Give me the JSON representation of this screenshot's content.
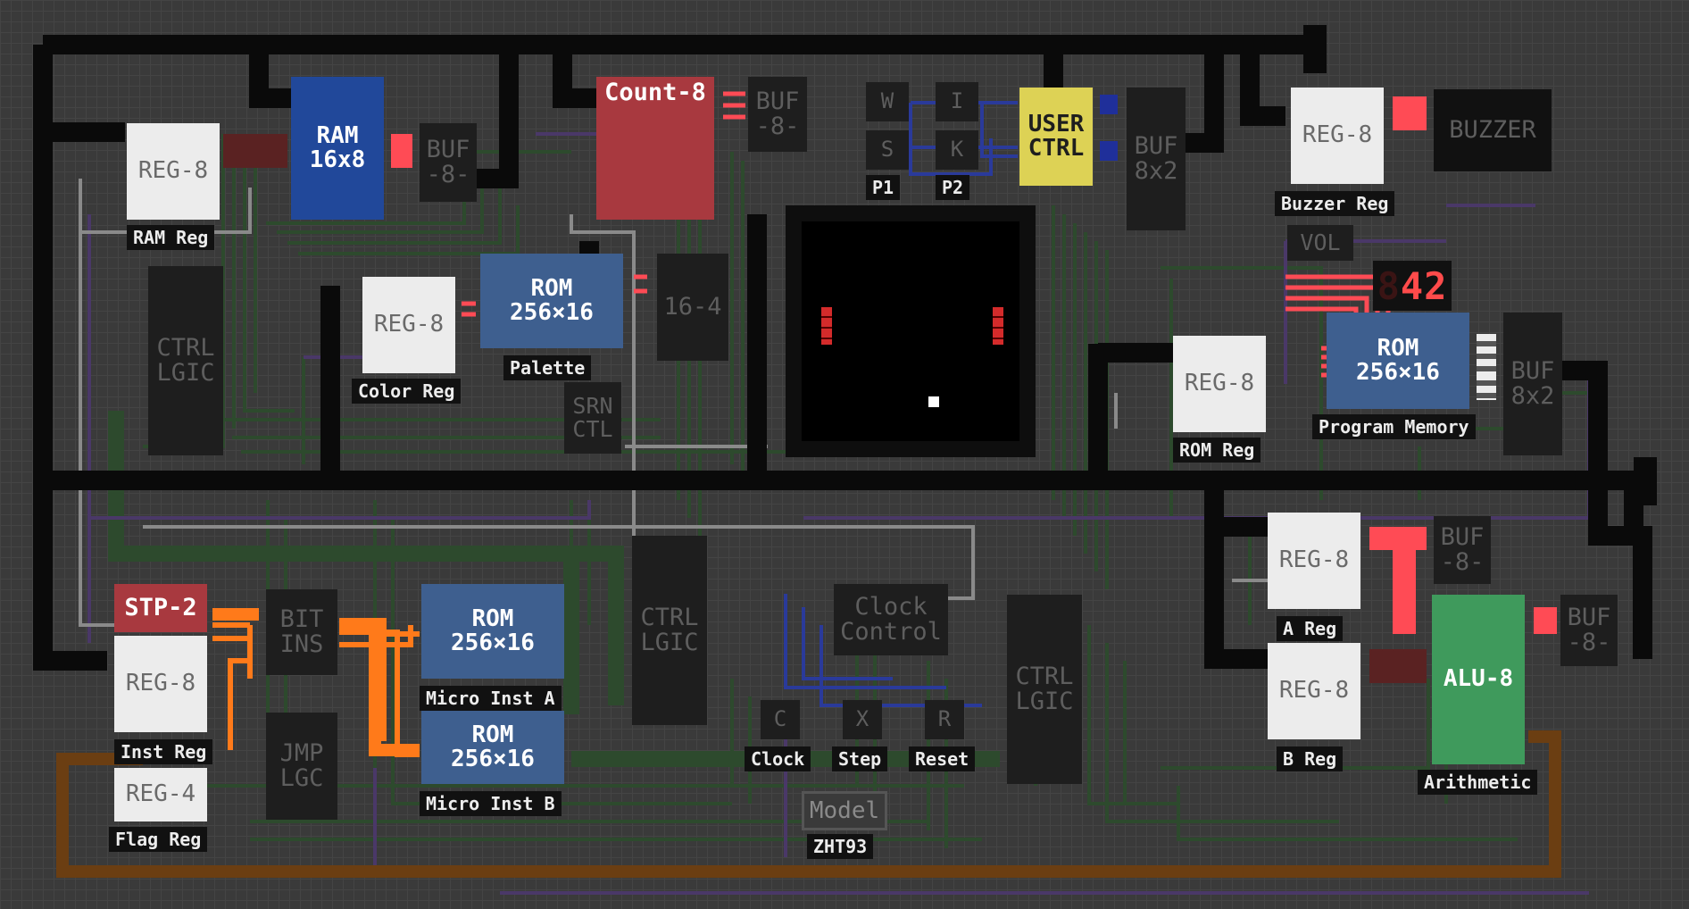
{
  "components": {
    "ram": {
      "text": "RAM\n16x8"
    },
    "reg_ram": {
      "text": "REG-8",
      "label": "RAM Reg"
    },
    "buf_ram": {
      "text": "BUF\n-8-"
    },
    "count8": {
      "text": "Count-8"
    },
    "buf_count": {
      "text": "BUF\n-8-"
    },
    "in_w": {
      "text": "W"
    },
    "in_s": {
      "text": "S",
      "label": "P1"
    },
    "in_i": {
      "text": "I"
    },
    "in_k": {
      "text": "K",
      "label": "P2"
    },
    "user_ctrl": {
      "text": "USER\nCTRL"
    },
    "buf_input": {
      "text": "BUF\n8x2"
    },
    "reg_buzzer": {
      "text": "REG-8",
      "label": "Buzzer Reg"
    },
    "buzzer": {
      "text": "BUZZER"
    },
    "vol": {
      "text": "VOL"
    },
    "display_value": {
      "dim": "8",
      "lit": "42"
    },
    "ctrl_logic_1": {
      "text": "CTRL\nLGIC"
    },
    "reg_color": {
      "text": "REG-8",
      "label": "Color Reg"
    },
    "rom_palette": {
      "text": "ROM\n256×16",
      "label": "Palette"
    },
    "mux_16_4": {
      "text": "16-4"
    },
    "srn_ctl": {
      "text": "SRN\nCTL"
    },
    "reg_rom": {
      "text": "REG-8",
      "label": "ROM Reg"
    },
    "rom_program": {
      "text": "ROM\n256×16",
      "label": "Program Memory"
    },
    "buf_program": {
      "text": "BUF\n8x2"
    },
    "stp2": {
      "text": "STP-2"
    },
    "reg_inst": {
      "text": "REG-8",
      "label": "Inst Reg"
    },
    "reg_flag": {
      "text": "REG-4",
      "label": "Flag Reg"
    },
    "bit_ins": {
      "text": "BIT\nINS"
    },
    "jmp_lgc": {
      "text": "JMP\nLGC"
    },
    "rom_micro_a": {
      "text": "ROM\n256×16",
      "label": "Micro Inst A"
    },
    "rom_micro_b": {
      "text": "ROM\n256×16",
      "label": "Micro Inst B"
    },
    "ctrl_logic_2": {
      "text": "CTRL\nLGIC"
    },
    "clock_control": {
      "text": "Clock\nControl"
    },
    "btn_clock": {
      "text": "C",
      "label": "Clock"
    },
    "btn_step": {
      "text": "X",
      "label": "Step"
    },
    "btn_reset": {
      "text": "R",
      "label": "Reset"
    },
    "ctrl_logic_3": {
      "text": "CTRL\nLGIC"
    },
    "model": {
      "text": "Model",
      "label": "ZHT93"
    },
    "reg_a": {
      "text": "REG-8",
      "label": "A Reg"
    },
    "reg_b": {
      "text": "REG-8",
      "label": "B Reg"
    },
    "buf_a": {
      "text": "BUF\n-8-"
    },
    "alu": {
      "text": "ALU-8",
      "label": "Arithmetic"
    },
    "buf_alu": {
      "text": "BUF\n-8-"
    }
  },
  "colors": {
    "bus": "#0a0a0a",
    "wire_green": "#2d4a2d",
    "wire_purple": "#4a3868",
    "wire_gray": "#8a8a8a",
    "wire_blue": "#2a3a9a",
    "wire_red": "#ff4b55",
    "wire_orange": "#ff7a1a",
    "wire_brown": "#6b3e12"
  }
}
